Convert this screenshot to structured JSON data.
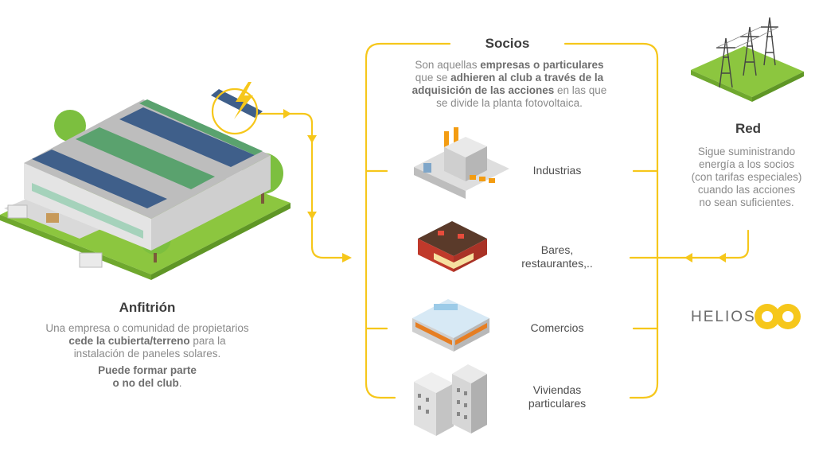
{
  "host": {
    "title": "Anfitrión",
    "desc_1": "Una empresa o comunidad de propietarios",
    "desc_2_bold": "cede la cubierta/terreno",
    "desc_2_rest": " para la",
    "desc_3": "instalación de paneles solares.",
    "note_1_bold": "Puede formar parte",
    "note_2_bold": "o no del club",
    "note_2_rest": "."
  },
  "members": {
    "title": "Socios",
    "desc_1_pre": "Son aquellas ",
    "desc_1_bold": "empresas o particulares",
    "desc_2_pre": "que se ",
    "desc_2_bold": "adhieren al club a través de la",
    "desc_3_bold": "adquisición de las acciones",
    "desc_3_rest": " en las que",
    "desc_4": "se divide la planta fotovoltaica.",
    "items": [
      {
        "label": "Industrias"
      },
      {
        "label_1": "Bares,",
        "label_2": "restaurantes,.."
      },
      {
        "label": "Comercios"
      },
      {
        "label_1": "Viviendas",
        "label_2": "particulares"
      }
    ]
  },
  "grid": {
    "title": "Red",
    "desc_1": "Sigue suministrando",
    "desc_2": "energía a los socios",
    "desc_3": "(con tarifas especiales)",
    "desc_4": "cuando las acciones",
    "desc_5": "no sean suficientes."
  },
  "brand": {
    "name": "HELIOS"
  },
  "colors": {
    "accent": "#f6c71b",
    "roof_green": "#5aa26e",
    "grass": "#8cc63f",
    "text": "#8a8a8a"
  }
}
